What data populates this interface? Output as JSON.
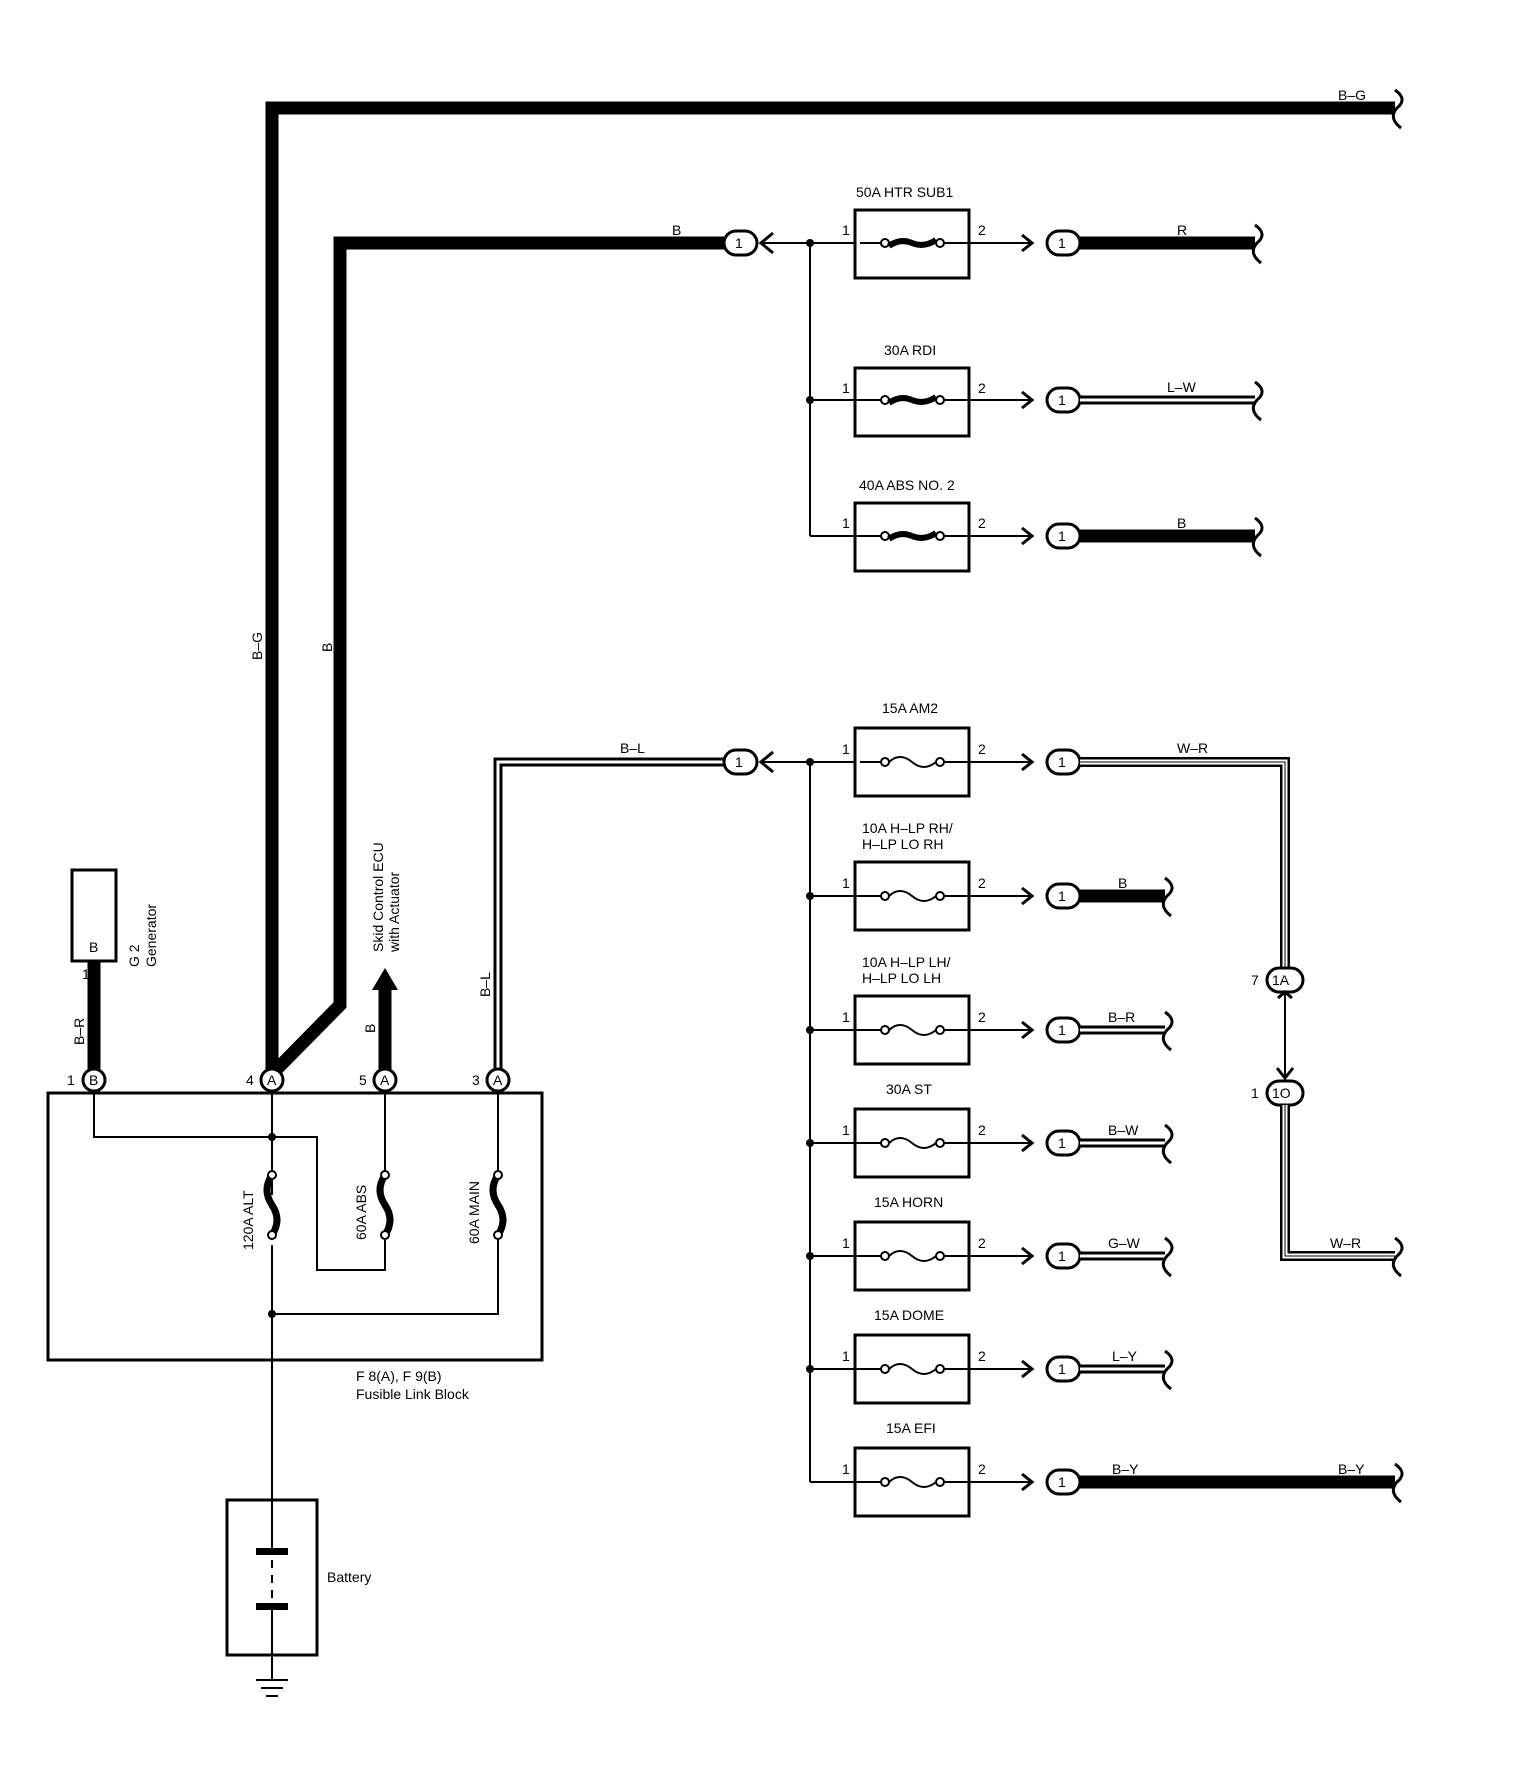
{
  "wires": {
    "bg_top": "B–G",
    "b_top": "B",
    "bg_vertical": "B–G",
    "b_vertical": "B",
    "bl_horizontal": "B–L",
    "bl_vertical": "B–L",
    "br_generator": "B–R",
    "b_skid": "B"
  },
  "fuses_top": [
    {
      "label": "50A HTR SUB1",
      "out_wire": "R",
      "pin1": "1",
      "pin2": "2",
      "conn": "1"
    },
    {
      "label": "30A RDI",
      "out_wire": "L–W",
      "pin1": "1",
      "pin2": "2",
      "conn": "1"
    },
    {
      "label": "40A ABS NO. 2",
      "out_wire": "B",
      "pin1": "1",
      "pin2": "2",
      "conn": "1"
    }
  ],
  "fuses_bottom": [
    {
      "label": "15A AM2",
      "label2": "",
      "out_wire": "W–R",
      "out_wire2": "",
      "pin1": "1",
      "pin2": "2",
      "conn": "1"
    },
    {
      "label": "10A H–LP RH/",
      "label2": "H–LP LO RH",
      "out_wire": "B",
      "out_wire2": "",
      "pin1": "1",
      "pin2": "2",
      "conn": "1"
    },
    {
      "label": "10A H–LP LH/",
      "label2": "H–LP LO LH",
      "out_wire": "B–R",
      "out_wire2": "",
      "pin1": "1",
      "pin2": "2",
      "conn": "1"
    },
    {
      "label": "30A ST",
      "label2": "",
      "out_wire": "B–W",
      "out_wire2": "",
      "pin1": "1",
      "pin2": "2",
      "conn": "1"
    },
    {
      "label": "15A HORN",
      "label2": "",
      "out_wire": "G–W",
      "out_wire2": "",
      "pin1": "1",
      "pin2": "2",
      "conn": "1"
    },
    {
      "label": "15A DOME",
      "label2": "",
      "out_wire": "L–Y",
      "out_wire2": "",
      "pin1": "1",
      "pin2": "2",
      "conn": "1"
    },
    {
      "label": "15A EFI",
      "label2": "",
      "out_wire": "B–Y",
      "out_wire2": "B–Y",
      "pin1": "1",
      "pin2": "2",
      "conn": "1"
    }
  ],
  "inline_connectors": {
    "b_feed": "1",
    "bl_feed": "1",
    "junction_1a": "1A",
    "junction_1a_pin": "7",
    "junction_1o": "1O",
    "junction_1o_pin": "1",
    "wr_output": "W–R"
  },
  "fusible_link_block": {
    "caption1": "F 8(A), F 9(B)",
    "caption2": "Fusible Link Block",
    "fuse_alt": "120A ALT",
    "fuse_abs": "60A ABS",
    "fuse_main": "60A MAIN",
    "terminals": [
      {
        "pin": "1",
        "id": "B"
      },
      {
        "pin": "4",
        "id": "A"
      },
      {
        "pin": "5",
        "id": "A"
      },
      {
        "pin": "3",
        "id": "A"
      }
    ]
  },
  "generator": {
    "id": "G 2",
    "name": "Generator",
    "terminal": "B",
    "pin": "1"
  },
  "skid": {
    "line1": "Skid Control ECU",
    "line2": "with Actuator"
  },
  "battery": {
    "label": "Battery"
  }
}
